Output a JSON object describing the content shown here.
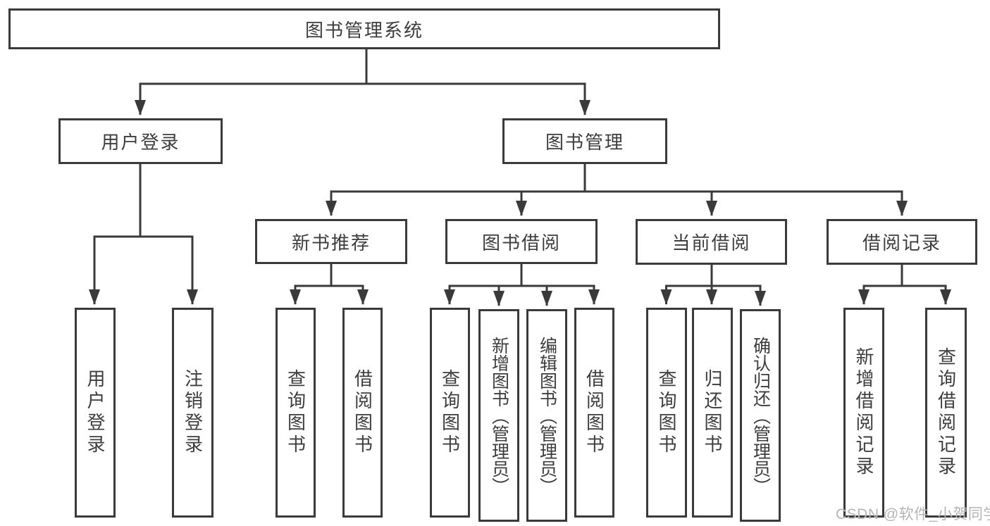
{
  "diagram": {
    "root": {
      "label": "图书管理系统"
    },
    "level2": [
      {
        "label": "用户登录",
        "children": [
          {
            "label": "用户登录"
          },
          {
            "label": "注销登录"
          }
        ]
      },
      {
        "label": "图书管理",
        "children": [
          {
            "label": "新书推荐",
            "children": [
              {
                "label": "查询图书"
              },
              {
                "label": "借阅图书"
              }
            ]
          },
          {
            "label": "图书借阅",
            "children": [
              {
                "label": "查询图书"
              },
              {
                "label": "新增图书（管理员）"
              },
              {
                "label": "编辑图书（管理员）"
              },
              {
                "label": "借阅图书"
              }
            ]
          },
          {
            "label": "当前借阅",
            "children": [
              {
                "label": "查询图书"
              },
              {
                "label": "归还图书"
              },
              {
                "label": "确认归还（管理员）"
              }
            ]
          },
          {
            "label": "借阅记录",
            "children": [
              {
                "label": "新增借阅记录"
              },
              {
                "label": "查询借阅记录"
              }
            ]
          }
        ]
      }
    ]
  },
  "watermark": {
    "text": "CSDN @软件_小贺同学"
  },
  "colors": {
    "line": "#3a3a3a",
    "text": "#3d3d3d",
    "watermark": "#b5b5b5",
    "background": "#ffffff"
  }
}
